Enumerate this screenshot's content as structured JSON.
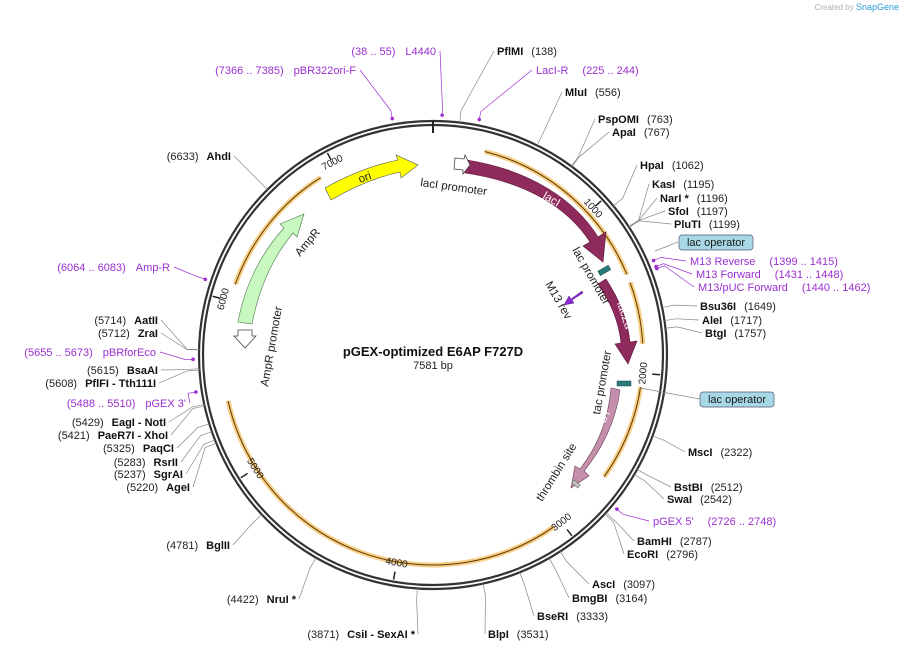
{
  "credit": {
    "prefix": "Created by",
    "brand": "SnapGene"
  },
  "plasmid": {
    "name": "pGEX-optimized E6AP F727D",
    "length_label": "7581 bp",
    "length": 7581
  },
  "ticks": [
    {
      "pos": 1000,
      "label": "1000"
    },
    {
      "pos": 2000,
      "label": "2000"
    },
    {
      "pos": 3000,
      "label": "3000"
    },
    {
      "pos": 4000,
      "label": "4000"
    },
    {
      "pos": 5000,
      "label": "5000"
    },
    {
      "pos": 6000,
      "label": "6000"
    },
    {
      "pos": 7000,
      "label": "7000"
    }
  ],
  "sites": [
    {
      "name": "PflMI",
      "pos_text": "(138)",
      "pos": 138,
      "side": "right"
    },
    {
      "name": "MluI",
      "pos_text": "(556)",
      "pos": 556,
      "side": "right"
    },
    {
      "name": "PspOMI",
      "pos_text": "(763)",
      "pos": 763,
      "side": "right"
    },
    {
      "name": "ApaI",
      "pos_text": "(767)",
      "pos": 767,
      "side": "right"
    },
    {
      "name": "HpaI",
      "pos_text": "(1062)",
      "pos": 1062,
      "side": "right"
    },
    {
      "name": "KasI",
      "pos_text": "(1195)",
      "pos": 1195,
      "side": "right"
    },
    {
      "name": "NarI *",
      "pos_text": "(1196)",
      "pos": 1196,
      "side": "right"
    },
    {
      "name": "SfoI",
      "pos_text": "(1197)",
      "pos": 1197,
      "side": "right"
    },
    {
      "name": "PluTI",
      "pos_text": "(1199)",
      "pos": 1199,
      "side": "right"
    },
    {
      "name": "Bsu36I",
      "pos_text": "(1649)",
      "pos": 1649,
      "side": "right"
    },
    {
      "name": "AleI",
      "pos_text": "(1717)",
      "pos": 1717,
      "side": "right"
    },
    {
      "name": "BtgI",
      "pos_text": "(1757)",
      "pos": 1757,
      "side": "right"
    },
    {
      "name": "MscI",
      "pos_text": "(2322)",
      "pos": 2322,
      "side": "right"
    },
    {
      "name": "BstBI",
      "pos_text": "(2512)",
      "pos": 2512,
      "side": "right"
    },
    {
      "name": "SwaI",
      "pos_text": "(2542)",
      "pos": 2542,
      "side": "right"
    },
    {
      "name": "BamHI",
      "pos_text": "(2787)",
      "pos": 2787,
      "side": "right"
    },
    {
      "name": "EcoRI",
      "pos_text": "(2796)",
      "pos": 2796,
      "side": "right"
    },
    {
      "name": "AscI",
      "pos_text": "(3097)",
      "pos": 3097,
      "side": "right"
    },
    {
      "name": "BmgBI",
      "pos_text": "(3164)",
      "pos": 3164,
      "side": "right"
    },
    {
      "name": "BseRI",
      "pos_text": "(3333)",
      "pos": 3333,
      "side": "right"
    },
    {
      "name": "BlpI",
      "pos_text": "(3531)",
      "pos": 3531,
      "side": "right"
    },
    {
      "name": "CsiI  - SexAI *",
      "pos_text": "(3871)",
      "pos": 3871,
      "side": "left"
    },
    {
      "name": "NruI *",
      "pos_text": "(4422)",
      "pos": 4422,
      "side": "left"
    },
    {
      "name": "BglII",
      "pos_text": "(4781)",
      "pos": 4781,
      "side": "left"
    },
    {
      "name": "AgeI",
      "pos_text": "(5220)",
      "pos": 5220,
      "side": "left"
    },
    {
      "name": "SgrAI",
      "pos_text": "(5237)",
      "pos": 5237,
      "side": "left"
    },
    {
      "name": "RsrII",
      "pos_text": "(5283)",
      "pos": 5283,
      "side": "left"
    },
    {
      "name": "PaqCI",
      "pos_text": "(5325)",
      "pos": 5325,
      "side": "left"
    },
    {
      "name": "PaeR7I  - XhoI",
      "pos_text": "(5421)",
      "pos": 5421,
      "side": "left"
    },
    {
      "name": "EagI  - NotI",
      "pos_text": "(5429)",
      "pos": 5429,
      "side": "left"
    },
    {
      "name": "PflFI  - Tth111I",
      "pos_text": "(5608)",
      "pos": 5608,
      "side": "left"
    },
    {
      "name": "BsaAI",
      "pos_text": "(5615)",
      "pos": 5615,
      "side": "left"
    },
    {
      "name": "ZraI",
      "pos_text": "(5712)",
      "pos": 5712,
      "side": "left"
    },
    {
      "name": "AatII",
      "pos_text": "(5714)",
      "pos": 5714,
      "side": "left"
    },
    {
      "name": "AhdI",
      "pos_text": "(6633)",
      "pos": 6633,
      "side": "left"
    }
  ],
  "primers": [
    {
      "name": "L4440",
      "range": "(38 .. 55)",
      "pos": 46,
      "side": "left"
    },
    {
      "name": "LacI-R",
      "range": "(225 .. 244)",
      "pos": 234,
      "side": "right"
    },
    {
      "name": "M13 Reverse",
      "range": "(1399 .. 1415)",
      "pos": 1407,
      "side": "right"
    },
    {
      "name": "M13 Forward",
      "range": "(1431 .. 1448)",
      "pos": 1440,
      "side": "right"
    },
    {
      "name": "M13/pUC Forward",
      "range": "(1440 .. 1462)",
      "pos": 1451,
      "side": "right"
    },
    {
      "name": "pGEX 5'",
      "range": "(2726 .. 2748)",
      "pos": 2737,
      "side": "right"
    },
    {
      "name": "pGEX 3'",
      "range": "(5488 .. 5510)",
      "pos": 5499,
      "side": "left"
    },
    {
      "name": "pBRforEco",
      "range": "(5655 .. 5673)",
      "pos": 5664,
      "side": "left"
    },
    {
      "name": "Amp-R",
      "range": "(6064 .. 6083)",
      "pos": 6073,
      "side": "left"
    },
    {
      "name": "pBR322ori-F",
      "range": "(7366 .. 7385)",
      "pos": 7375,
      "side": "left"
    }
  ],
  "boxes": [
    {
      "label": "lac operator"
    },
    {
      "label": "lac operator"
    }
  ],
  "features": [
    {
      "name": "lacI",
      "color": "#8e2a5c"
    },
    {
      "name": "lacZα",
      "color": "#8e2a5c"
    },
    {
      "name": "GST",
      "color": "#c48fab"
    },
    {
      "name": "ori",
      "color": "#ffff00"
    },
    {
      "name": "AmpR",
      "color": "#c8f7c0"
    },
    {
      "name": "lacI promoter"
    },
    {
      "name": "lac promoter"
    },
    {
      "name": "M13 rev"
    },
    {
      "name": "tac promoter"
    },
    {
      "name": "thrombin site"
    },
    {
      "name": "AmpR promoter"
    }
  ]
}
